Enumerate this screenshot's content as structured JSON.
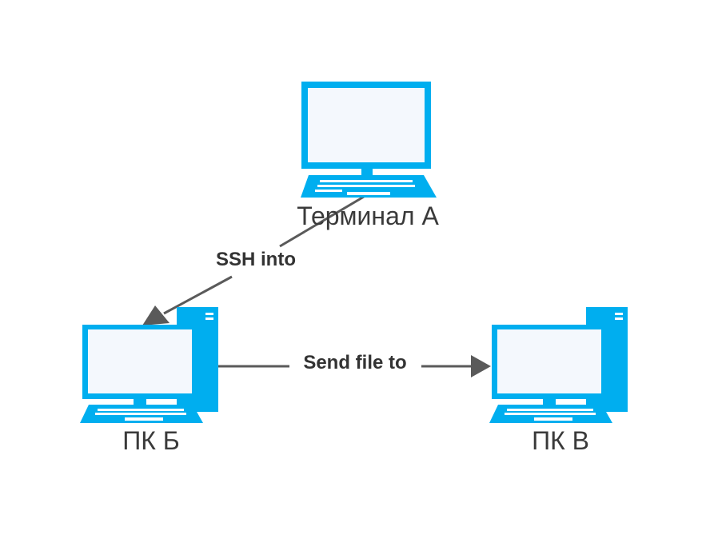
{
  "colors": {
    "device": "#00aeef",
    "screen": "#f4f8fd",
    "edge": "#5a5a5a",
    "label": "#3a3a3a",
    "background": "#ffffff"
  },
  "nodes": [
    {
      "id": "terminal-a",
      "label": "Терминал А",
      "icon": "laptop-icon"
    },
    {
      "id": "pc-b",
      "label": "ПК Б",
      "icon": "desktop-computer-icon"
    },
    {
      "id": "pc-v",
      "label": "ПК В",
      "icon": "desktop-computer-icon"
    }
  ],
  "edges": [
    {
      "from": "terminal-a",
      "to": "pc-b",
      "label": "SSH into"
    },
    {
      "from": "pc-b",
      "to": "pc-v",
      "label": "Send file to"
    }
  ]
}
